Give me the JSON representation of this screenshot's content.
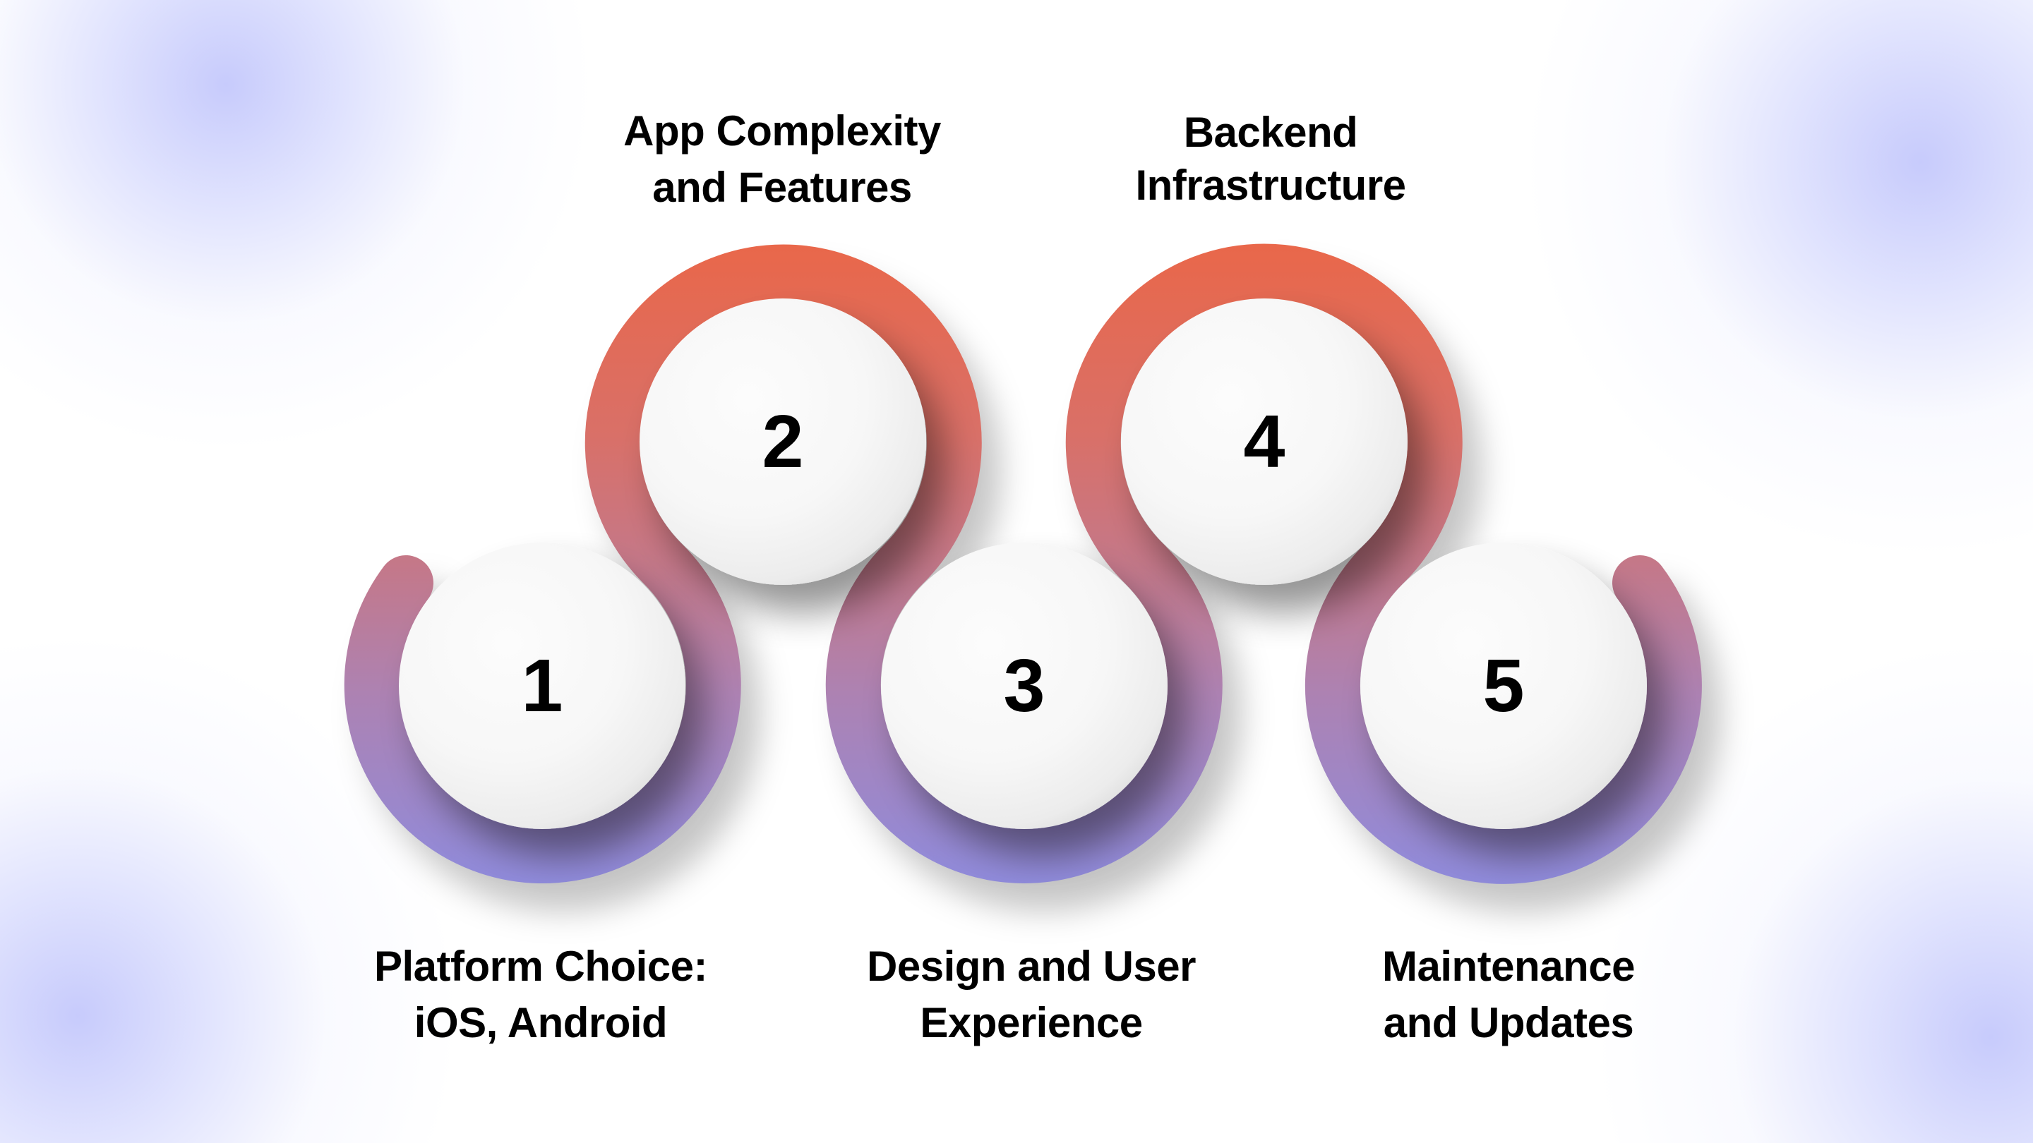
{
  "diagram": {
    "type": "process-steps",
    "layout": "zigzag-ribbon",
    "colors": {
      "ribbon_top": "#e9674a",
      "ribbon_upper_mid": "#d07279",
      "ribbon_mid": "#b07fae",
      "ribbon_bottom": "#8f8bdc",
      "disc": "#fafafa",
      "text": "#000000",
      "background_blob": "#cfd2fc"
    },
    "steps": [
      {
        "number": "1",
        "label_line1": "Platform Choice:",
        "label_line2": "iOS, Android",
        "position": "bottom"
      },
      {
        "number": "2",
        "label_line1": "App Complexity",
        "label_line2": "and Features",
        "position": "top"
      },
      {
        "number": "3",
        "label_line1": "Design and User",
        "label_line2": "Experience",
        "position": "bottom"
      },
      {
        "number": "4",
        "label_line1": "Backend",
        "label_line2": "Infrastructure",
        "position": "top"
      },
      {
        "number": "5",
        "label_line1": "Maintenance",
        "label_line2": "and Updates",
        "position": "bottom"
      }
    ]
  }
}
